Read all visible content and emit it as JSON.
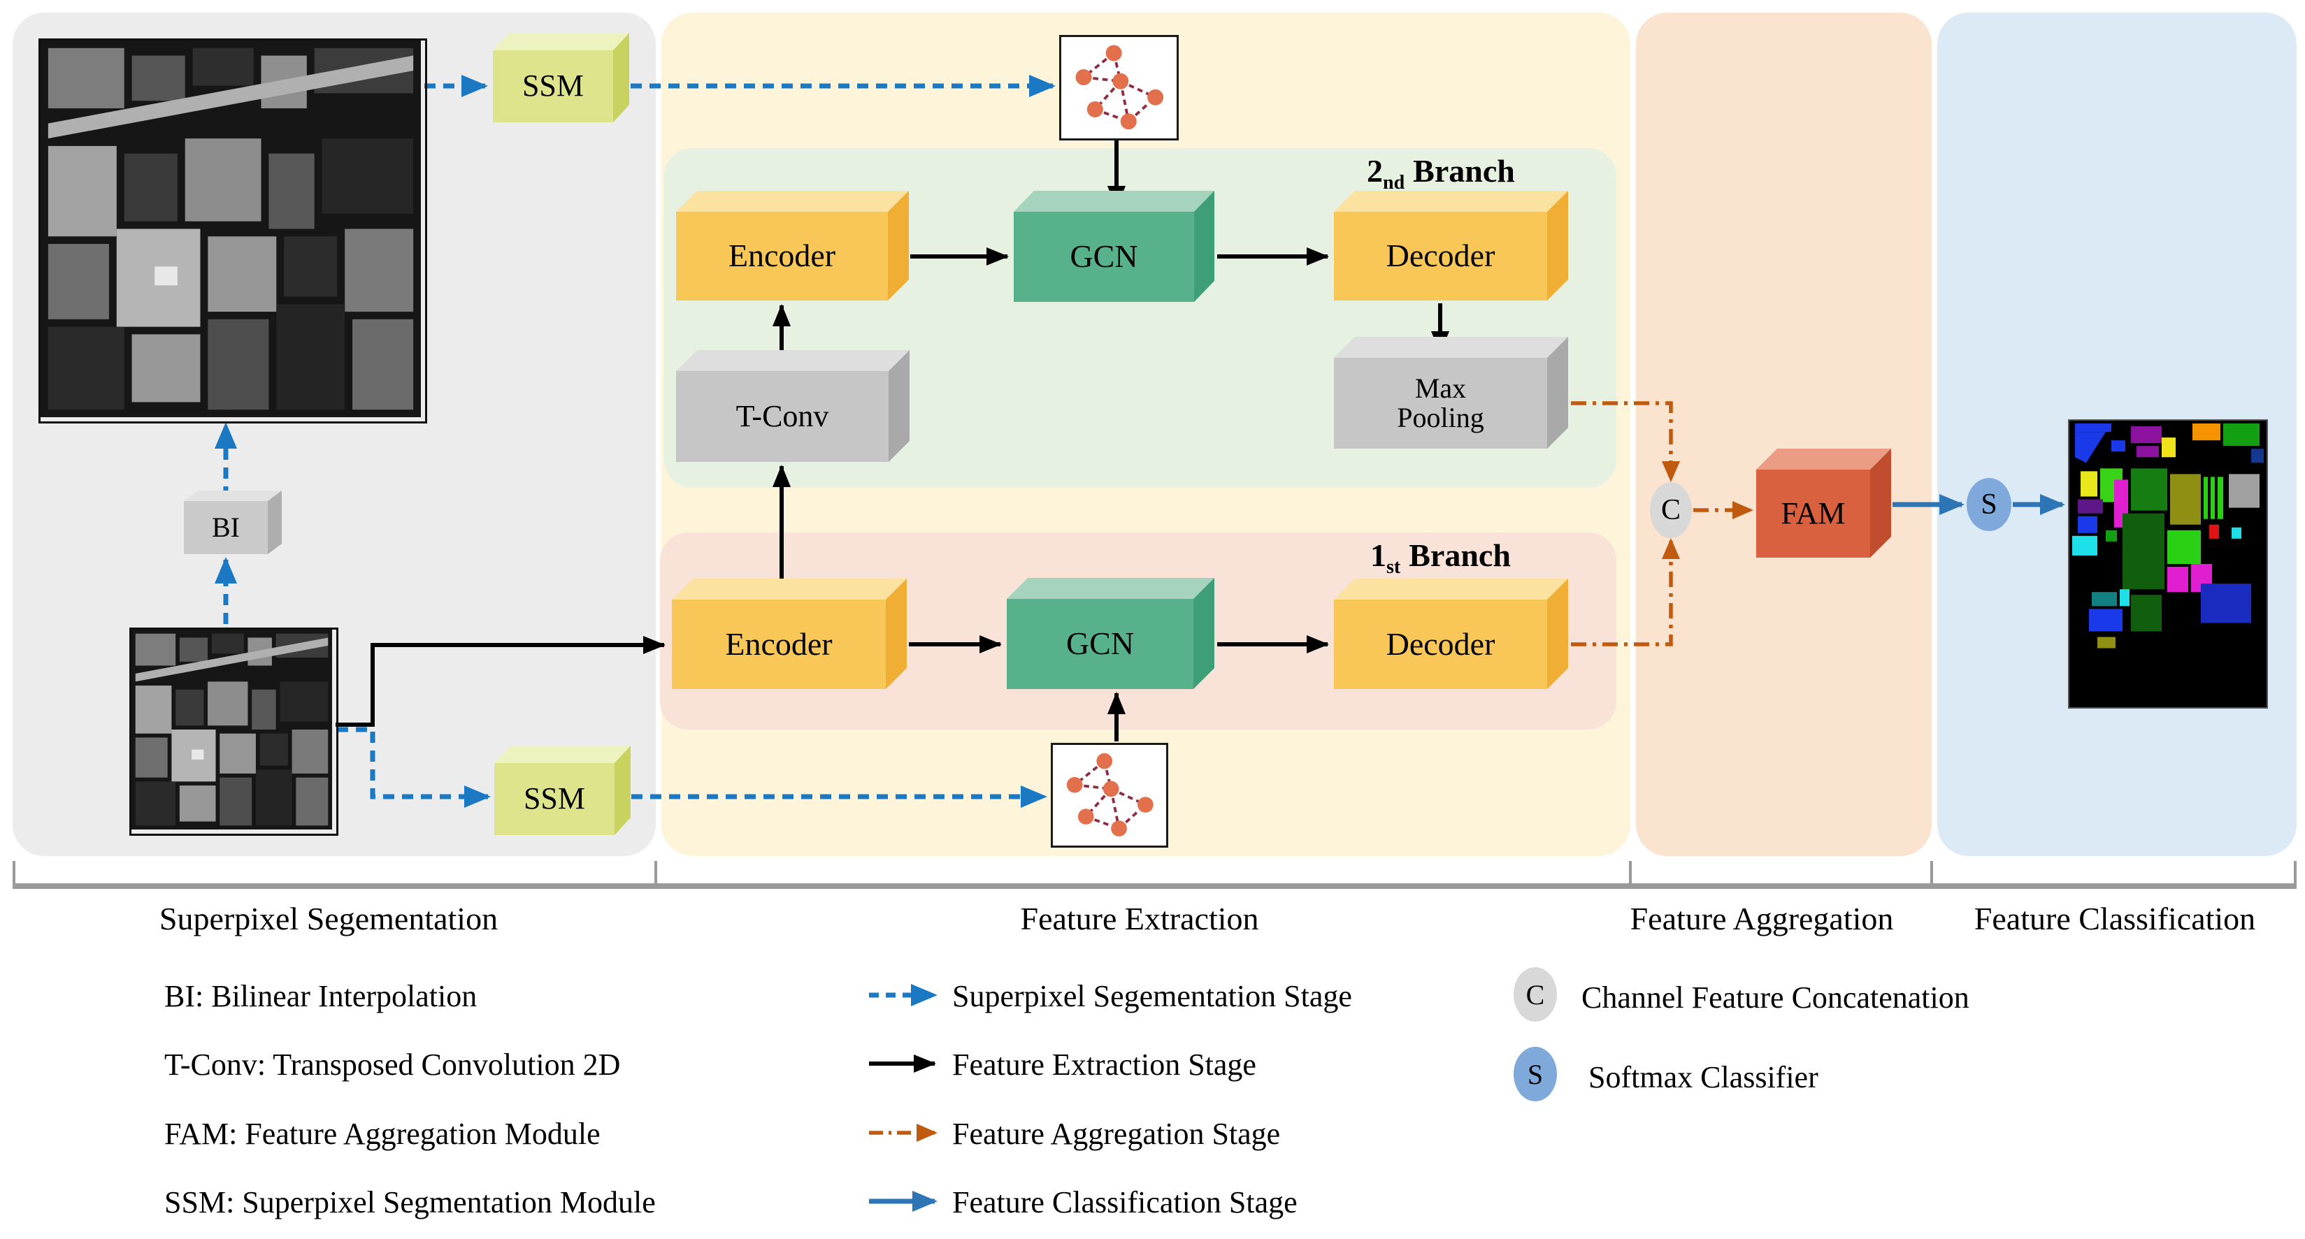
{
  "boxes": {
    "ssm_top": "SSM",
    "ssm_bottom": "SSM",
    "bi": "BI",
    "tconv": "T-Conv",
    "encoder2": "Encoder",
    "gcn2": "GCN",
    "decoder2": "Decoder",
    "maxpool_line1": "Max",
    "maxpool_line2": "Pooling",
    "encoder1": "Encoder",
    "gcn1": "GCN",
    "decoder1": "Decoder",
    "fam": "FAM",
    "c_symbol": "C",
    "s_symbol": "S"
  },
  "branches": {
    "second": {
      "num": "2",
      "sub": "nd",
      "word": "Branch"
    },
    "first": {
      "num": "1",
      "sub": "st",
      "word": "Branch"
    }
  },
  "sections": [
    {
      "label": "Superpixel Segementation"
    },
    {
      "label": "Feature Extraction"
    },
    {
      "label": "Feature Aggregation"
    },
    {
      "label": "Feature Classification"
    }
  ],
  "legend": {
    "abbreviations": [
      {
        "text": "BI: Bilinear Interpolation"
      },
      {
        "text": "T-Conv: Transposed Convolution 2D"
      },
      {
        "text": "FAM: Feature Aggregation Module"
      },
      {
        "text": "SSM: Superpixel Segmentation Module"
      }
    ],
    "stages": [
      {
        "label": "Superpixel Segementation Stage",
        "style": "blue-dashed"
      },
      {
        "label": "Feature Extraction Stage",
        "style": "black-solid"
      },
      {
        "label": "Feature Aggregation Stage",
        "style": "orange-dashdot"
      },
      {
        "label": "Feature  Classification Stage",
        "style": "blue-solid"
      }
    ],
    "symbols": [
      {
        "symbol": "C",
        "label": "Channel Feature Concatenation"
      },
      {
        "symbol": "S",
        "label": "Softmax Classifier"
      }
    ]
  },
  "colors": {
    "superpixel_arrow": "#1B78C2",
    "extraction_arrow": "#000000",
    "aggregation_arrow": "#C05A11",
    "classification_arrow": "#2E75B6",
    "encoder_decoder_box_front": "#F8C758",
    "gcn_box_front": "#57B28C",
    "gray_box_front": "#C6C6C6",
    "ssm_box_front": "#DEE48C",
    "fam_box_front": "#D96140",
    "c_symbol_fill": "#D8D8D8",
    "s_symbol_fill": "#7FA9DA",
    "panel_superpixel": "#ECECEC",
    "panel_extraction": "#FDF4DA",
    "panel_aggregation": "#FAE3CF",
    "panel_classification": "#DCEAF6",
    "branch2_panel": "#E7F1E2",
    "branch1_panel": "#F9E3D8",
    "graph_node": "#E2704C",
    "graph_edge": "#8F2B42"
  }
}
